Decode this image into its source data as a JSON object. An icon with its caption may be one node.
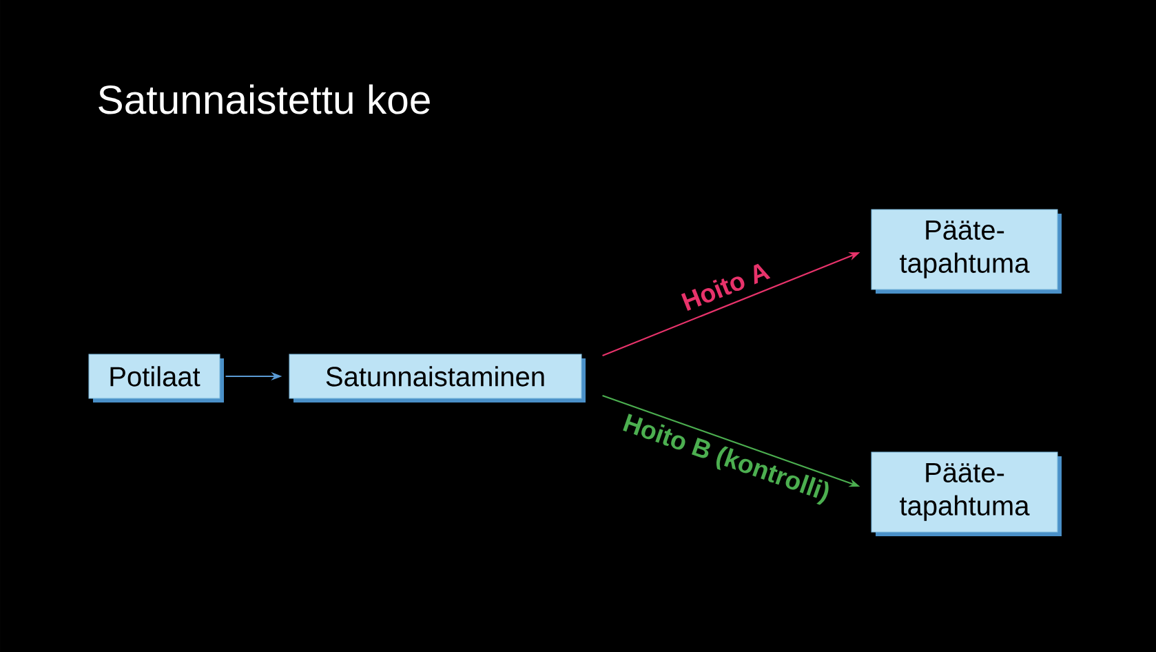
{
  "diagram": {
    "title": "Satunnaistettu koe",
    "nodes": [
      {
        "text": [
          "Potilaat"
        ]
      },
      {
        "text": [
          "Satunnaistaminen"
        ]
      },
      {
        "text": [
          "Pääte- tapahtuma"
        ]
      },
      {
        "text": [
          "Pääte- tapahtuma"
        ]
      }
    ],
    "edges": [
      {
        "from": 0,
        "to": 1,
        "arrow": "to",
        "color": "#5b9bd5"
      },
      {
        "from": 1,
        "to": 2,
        "arrow": "to",
        "label": "Hoito A",
        "color": "#e8336b"
      },
      {
        "from": 1,
        "to": 3,
        "arrow": "to",
        "label": "Hoito B (kontrolli)",
        "color": "#4caf50"
      }
    ]
  }
}
